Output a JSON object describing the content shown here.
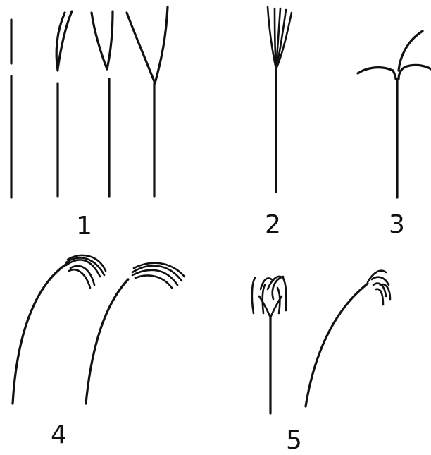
{
  "labels": {
    "1": "1",
    "2": "2",
    "3": "3",
    "4": "4",
    "5": "5"
  },
  "icons": {
    "tip_types": [
      "straight-stem-icon",
      "slight-split-stem-icon",
      "medium-split-stem-icon",
      "wide-split-stem-icon",
      "bunched-tip-stem-icon",
      "branched-tip-stem-icon",
      "arched-feathered-stem-icon",
      "arched-feathered-stem-icon",
      "crown-tip-stem-icon",
      "arched-crown-tip-stem-icon"
    ]
  },
  "colors": {
    "ink": "#111111",
    "background": "#ffffff"
  }
}
